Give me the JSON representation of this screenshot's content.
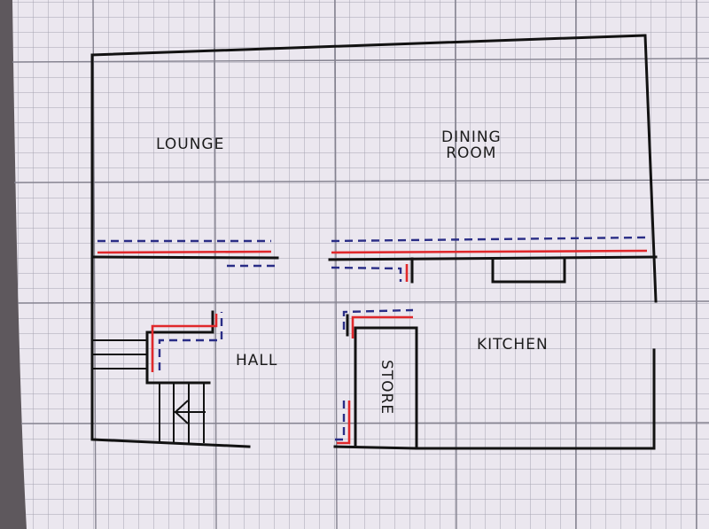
{
  "rooms": {
    "lounge": "LOUNGE",
    "dining_line1": "DINING",
    "dining_line2": "ROOM",
    "hall": "HALL",
    "kitchen": "KITCHEN",
    "store": "STORE"
  },
  "colors": {
    "paper": "#ebe7ef",
    "grid_minor": "#a5a3b0",
    "grid_major": "#84828f",
    "wall": "#121212",
    "red_line": "#e0282b",
    "blue_dashed": "#2a2d86"
  }
}
